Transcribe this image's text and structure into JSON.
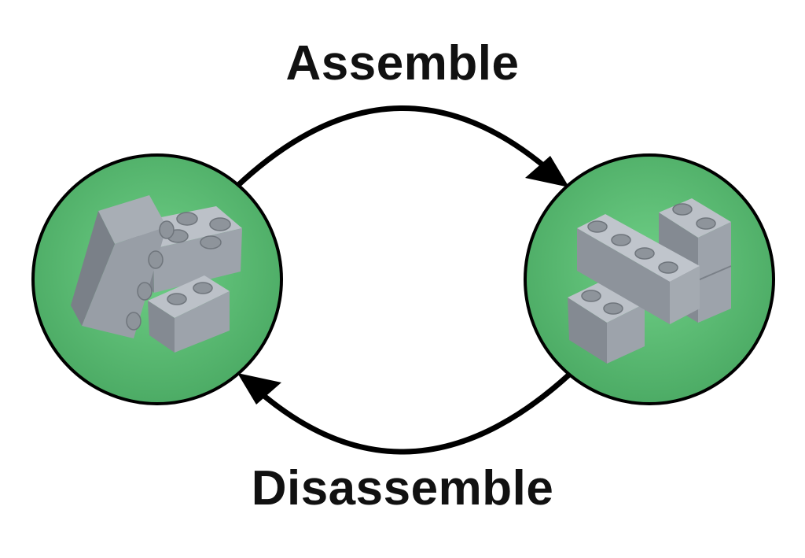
{
  "diagram": {
    "top_label": "Assemble",
    "bottom_label": "Disassemble",
    "colors": {
      "background": "#ffffff",
      "circle_fill": "#5fbf77",
      "circle_stroke": "#000000",
      "arrow": "#000000",
      "brick": "#9da3ab",
      "brick_dark": "#7f858d",
      "brick_light": "#bcc1c8",
      "text": "#111111"
    },
    "nodes": [
      {
        "name": "loose-bricks",
        "icon": "loose-bricks-icon"
      },
      {
        "name": "assembled-bricks",
        "icon": "assembled-bricks-icon"
      }
    ]
  }
}
